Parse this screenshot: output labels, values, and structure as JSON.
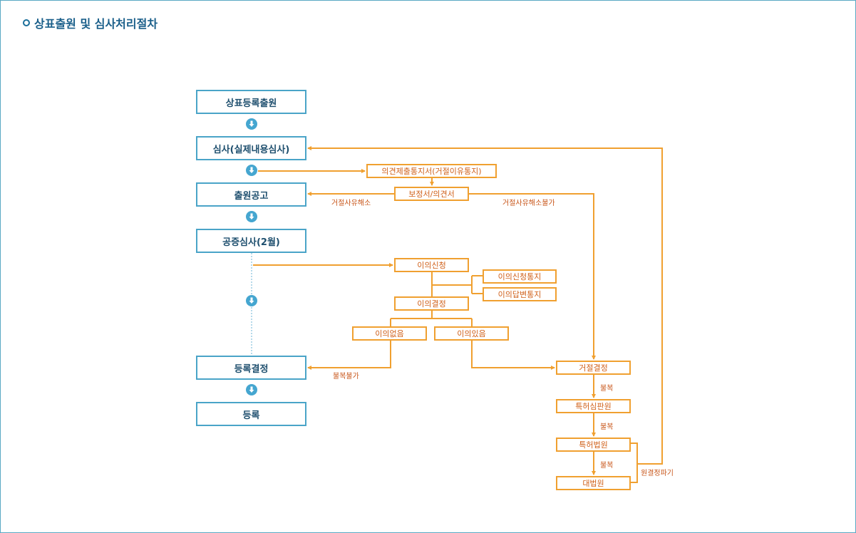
{
  "title": "상표출원 및 심사처리절차",
  "main_steps": {
    "application": "상표등록출원",
    "examination": "심사(실제내용심사)",
    "publication": "출원공고",
    "public_review": "공증심사(2월)",
    "decision": "등록결정",
    "registration": "등록"
  },
  "boxes": {
    "opinion_notice": "의견제출통지서(거절이유통지)",
    "amendment": "보정서/의견서",
    "opposition": "이의신청",
    "opposition_notice": "이의신청통지",
    "opposition_reply": "이의답변통지",
    "opposition_decision": "이의결정",
    "no_opposition": "이의없음",
    "has_opposition": "이의있음",
    "rejection": "거절결정",
    "trial_board": "특허심판원",
    "patent_court": "특허법원",
    "supreme_court": "대법원"
  },
  "labels": {
    "reason_resolved": "거절사유해소",
    "reason_unresolved": "거절사유해소불가",
    "appeal_not_allowed": "불복불가",
    "appeal_1": "불복",
    "appeal_2": "불복",
    "appeal_3": "불복",
    "remand": "원결정파기"
  },
  "colors": {
    "blue_border": "#4aa4c8",
    "orange": "#f0a030",
    "orange_text": "#d0601a",
    "title": "#1a5f8a"
  }
}
